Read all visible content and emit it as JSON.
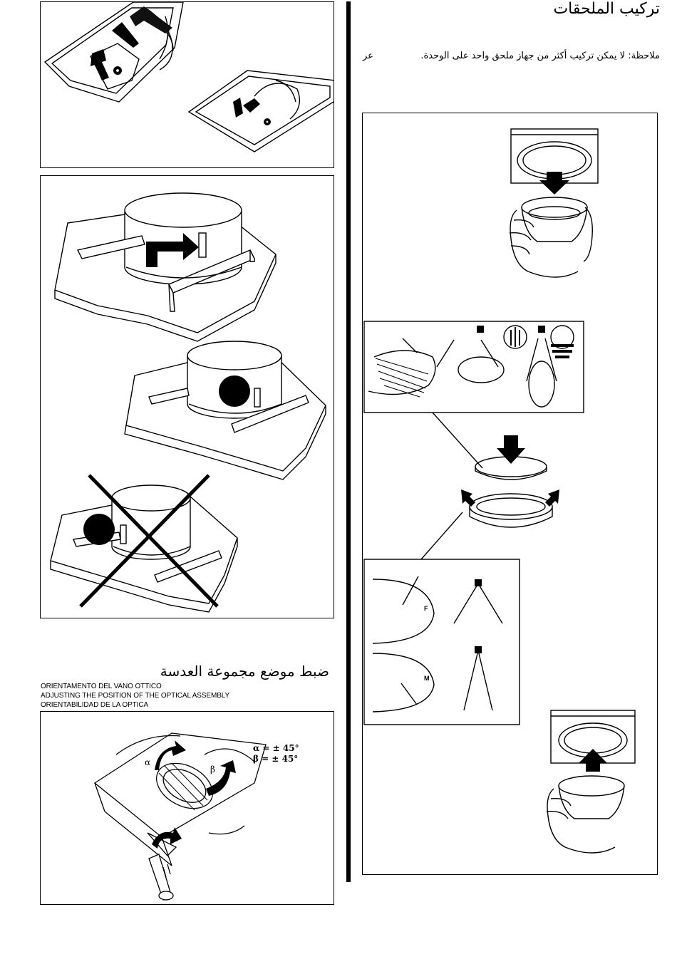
{
  "header": {
    "title_ar": "تركيب الملحقات",
    "note_ar": "ملاحظة: لا يمكن تركيب أكثر من جهاز ملحق واحد على الوحدة.",
    "note_tail_ar": "عر"
  },
  "lens_section": {
    "title_ar": "ضبط موضع مجموعة العدسة",
    "caption_it": "ORIENTAMENTO DEL VANO OTTICO",
    "caption_en": "ADJUSTING THE POSITION OF THE OPTICAL ASSEMBLY",
    "caption_es": "ORIENTABILIDAD DE LA OPTICA",
    "alpha_label": "α = ± 45°",
    "beta_label": "β = ± 45°",
    "alpha_symbol": "α",
    "beta_symbol": "β"
  },
  "lens_marks": {
    "f": "F",
    "m": "M"
  },
  "icons": [
    "arrow-down-icon",
    "arrow-up-icon",
    "cross-icon",
    "hand-icon",
    "screwdriver-icon",
    "light-cone-icon"
  ]
}
